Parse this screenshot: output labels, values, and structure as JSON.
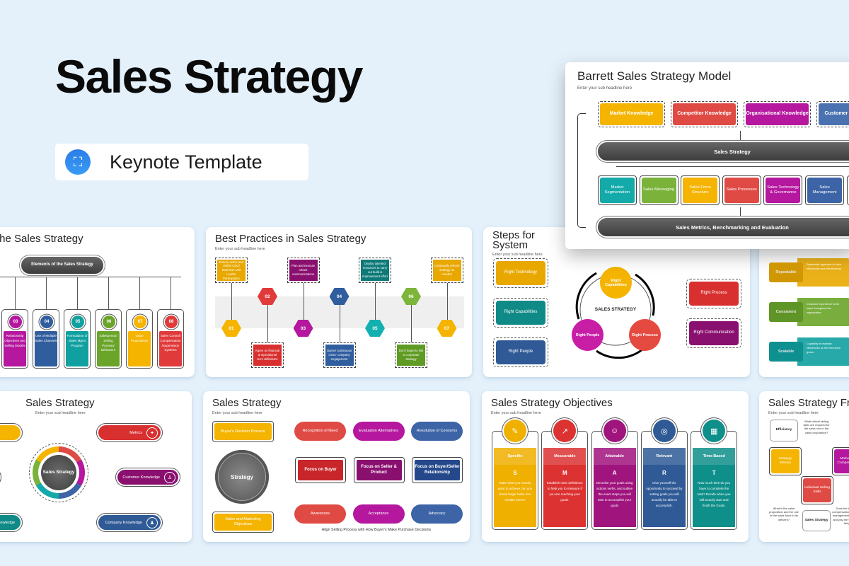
{
  "hero": {
    "title": "Sales Strategy",
    "badge_label": "Keynote Template",
    "badge_icon": "keynote-icon",
    "badge_glyph": "⛶"
  },
  "colors": {
    "background": "#e4f1fb",
    "yellow": "#f5b400",
    "red": "#e03a3a",
    "magenta": "#b5179e",
    "blue": "#2f5d9e",
    "teal": "#10a0a0",
    "green": "#6aa52a",
    "purple": "#8a1070",
    "dark": "#4a4a4a"
  },
  "elements_slide": {
    "title": "the Sales Strategy",
    "center_label": "Elements of the Sales Strategy",
    "items": [
      {
        "num": "03",
        "text": "Relationship Objectives and Selling Models",
        "color": "#b5179e"
      },
      {
        "num": "04",
        "text": "Use of Multiple Sales Channels",
        "color": "#2f5d9e"
      },
      {
        "num": "05",
        "text": "Formulation of Sales Mgmt Program",
        "color": "#10a0a0"
      },
      {
        "num": "06",
        "text": "Salesperson Selling Process/ Behaviors",
        "color": "#6aa52a"
      },
      {
        "num": "07",
        "text": "Value Propositions",
        "color": "#f5b400"
      },
      {
        "num": "08",
        "text": "Sales Control/ Compensation /Supervision Systems",
        "color": "#e03a3a"
      }
    ]
  },
  "best_practices": {
    "title": "Best Practices in Sales Strategy",
    "subtitle": "Enter your sub headline here",
    "top": [
      {
        "num": "01",
        "text": "Ensure active and visible CEO/ Business Unit Leader Participation",
        "color": "#e8a800"
      },
      {
        "num": "03",
        "text": "Plan and execute robust communications",
        "color": "#8a1070"
      },
      {
        "num": "05",
        "text": "Deploy talented resources to carry out build & improvement effort",
        "color": "#0d7a78"
      },
      {
        "num": "07",
        "text": "Continually refresh strategy as needed",
        "color": "#e8a800"
      }
    ],
    "bottom": [
      {
        "num": "02",
        "text": "Agree on financial & Operational term definitions",
        "color": "#d8302f"
      },
      {
        "num": "04",
        "text": "Garner continuous cross- company engagement",
        "color": "#2f5d9e"
      },
      {
        "num": "06",
        "text": "Don't forget to link to corporate strategy",
        "color": "#5f9a22"
      }
    ],
    "hex_colors": {
      "top": [
        "#f5b400",
        "#b5179e",
        "#13b0b0",
        "#f5b400"
      ],
      "bottom": [
        "#e03a3a",
        "#2f5d9e",
        "#7db53a"
      ]
    }
  },
  "steps": {
    "title": "Steps for System",
    "subtitle": "Enter your sub headline here",
    "left": [
      {
        "text": "Right Technology",
        "color": "#e8a800"
      },
      {
        "text": "Right Capabilities",
        "color": "#0f8a86"
      },
      {
        "text": "Right People",
        "color": "#2f5a96"
      }
    ],
    "right": [
      {
        "text": "Right Process",
        "color": "#d8302f"
      },
      {
        "text": "Right Communication",
        "color": "#8a1070"
      }
    ],
    "center": "SALES STRATEGY",
    "cycle": [
      {
        "text": "Right Capabilities",
        "color": "#f5b400"
      },
      {
        "text": "Right People",
        "color": "#c81ea6"
      },
      {
        "text": "Right Process",
        "color": "#e54a40"
      }
    ]
  },
  "qualities": {
    "items": [
      {
        "label": "Repeatable",
        "text": "Systematic approach to drive efficiencies and effectiveness",
        "color": "#e8a800"
      },
      {
        "label": "Consistent",
        "text": "Customer experience is the same throughout the organization",
        "color": "#6aa52a"
      },
      {
        "label": "Scalable",
        "text": "Capability to maintain efficiencies as the enterprise grows",
        "color": "#10a0a0"
      }
    ]
  },
  "barrett": {
    "title": "Barrett Sales Strategy Model",
    "subtitle": "Enter your sub headline here",
    "top": [
      {
        "text": "Market Knowledge",
        "color": "#f5b400"
      },
      {
        "text": "Competitor Knowledge",
        "color": "#e04a44"
      },
      {
        "text": "Organisational Knowledge",
        "color": "#b5179e"
      },
      {
        "text": "Customer Knowledge",
        "color": "#4a72b0"
      }
    ],
    "band_top": "Sales Strategy",
    "middle": [
      {
        "text": "Market Segmentation",
        "color": "#14aaaa"
      },
      {
        "text": "Sales Messaging",
        "color": "#7ab23a"
      },
      {
        "text": "Sales Force Structure",
        "color": "#f5b400"
      },
      {
        "text": "Sales Processes",
        "color": "#e04a44"
      },
      {
        "text": "Sales Technology & Governance",
        "color": "#b5179e"
      },
      {
        "text": "Sales Management",
        "color": "#3d64a6"
      },
      {
        "text": "",
        "color": "#14aaaa"
      }
    ],
    "band_bottom": "Sales Metrics, Benchmarking and Evaluation"
  },
  "hub": {
    "title": "Sales Strategy",
    "subtitle": "Enter your sub headline here",
    "center": "Sales Strategy",
    "right": [
      {
        "text": "Metrics",
        "icon": "metrics-icon",
        "glyph": "✦",
        "color": "#d8302f"
      },
      {
        "text": "Customer Knowledge",
        "icon": "customer-presentation-icon",
        "glyph": "♙",
        "color": "#8a1070"
      },
      {
        "text": "Company Knowledge",
        "icon": "team-icon",
        "glyph": "♟",
        "color": "#2f5a96"
      }
    ],
    "left_partial": "Knowledge"
  },
  "buyer": {
    "title": "Sales Strategy",
    "subtitle": "Enter your sub headline here",
    "decision": "Buyer's Decision Process",
    "objectives": "Sales and Marketing Objectives",
    "center": "Strategy",
    "top": [
      {
        "text": "Recognition of Need",
        "color": "#e04a44"
      },
      {
        "text": "Evaluation Alternatives",
        "color": "#b5179e"
      },
      {
        "text": "Resolution of Concerns",
        "color": "#3d64a6"
      }
    ],
    "focus": [
      {
        "text": "Focus on Buyer",
        "color": "#c8262a"
      },
      {
        "text": "Focus on Seller & Product",
        "color": "#8a1070"
      },
      {
        "text": "Focus on Buyer/Seller Relationship",
        "color": "#25488a"
      }
    ],
    "bottom": [
      {
        "text": "Awareness",
        "color": "#e04a44"
      },
      {
        "text": "Acceptance",
        "color": "#b5179e"
      },
      {
        "text": "Advocacy",
        "color": "#3d64a6"
      }
    ],
    "caption": "Align Selling Process with How Buyer's Make Purchase Decisions"
  },
  "objectives": {
    "title": "Sales Strategy Objectives",
    "subtitle": "Enter your sub headline here",
    "items": [
      {
        "head": "Specific",
        "letter": "S",
        "text": "State what you exactly want to achieve can you break larger tasks into smaller items?",
        "icon": "edit-document-icon",
        "glyph": "✎",
        "color": "#f0b000"
      },
      {
        "head": "Measurable",
        "letter": "M",
        "text": "Establish clear definitions to help you to measure if you are reaching your goals.",
        "icon": "chart-icon",
        "glyph": "↗",
        "color": "#dc3232"
      },
      {
        "head": "Attainable",
        "letter": "A",
        "text": "Describe your goals using actions verbs, and outline the exact steps you will take to accomplish your goals",
        "icon": "team-icon",
        "glyph": "☺",
        "color": "#a0147e"
      },
      {
        "head": "Relevant",
        "letter": "R",
        "text": "Give yourself the opportunity to succeed by setting goals you will actually be able to accomplish.",
        "icon": "target-icon",
        "glyph": "◎",
        "color": "#2f5a96"
      },
      {
        "head": "Time-Based",
        "letter": "T",
        "text": "Now much time do you have to complete the task? Decide when you will Exactly start and finish the Goals.",
        "icon": "calendar-icon",
        "glyph": "▦",
        "color": "#0f8f8a"
      }
    ]
  },
  "framework": {
    "title": "Sales Strategy Framework",
    "subtitle": "Enter your sub headline here",
    "efficiency": "Efficiency",
    "q_top": "What critical selling skills are required for the sales role in the value proposition?",
    "mission": "Strategy/ Mission",
    "skills": "Individual Selling Skills",
    "motivation": "Motivation/ Compensation",
    "q_left": "What is the value proposition and the role of the sales force in its delivery?",
    "strategy": "Sales Strategy",
    "q_right": "Does the incentive compensation plan meet management objectives and pay the sales force fairly?"
  }
}
